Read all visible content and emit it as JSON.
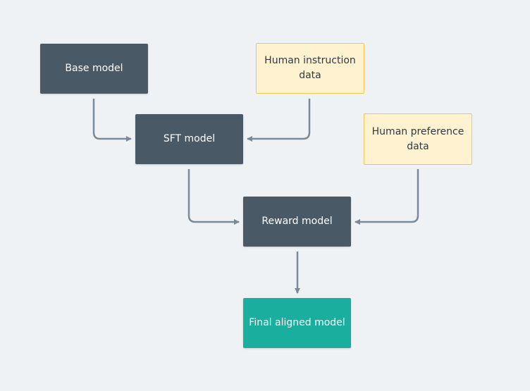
{
  "diagram": {
    "nodes": {
      "base_model": "Base model",
      "human_instruction_data": "Human instruction data",
      "sft_model": "SFT model",
      "human_preference_data": "Human preference data",
      "reward_model": "Reward model",
      "final_aligned_model": "Final aligned model"
    },
    "edges": [
      {
        "from": "Base model",
        "to": "SFT model"
      },
      {
        "from": "Human instruction data",
        "to": "SFT model"
      },
      {
        "from": "SFT model",
        "to": "Reward model"
      },
      {
        "from": "Human preference data",
        "to": "Reward model"
      },
      {
        "from": "Reward model",
        "to": "Final aligned model"
      }
    ],
    "colors": {
      "background": "#eff2f5",
      "model_node": "#4a5966",
      "data_node_fill": "#fef2d0",
      "data_node_border": "#f2c94c",
      "final_node": "#1aae9f",
      "connector": "#7b8a99"
    }
  }
}
